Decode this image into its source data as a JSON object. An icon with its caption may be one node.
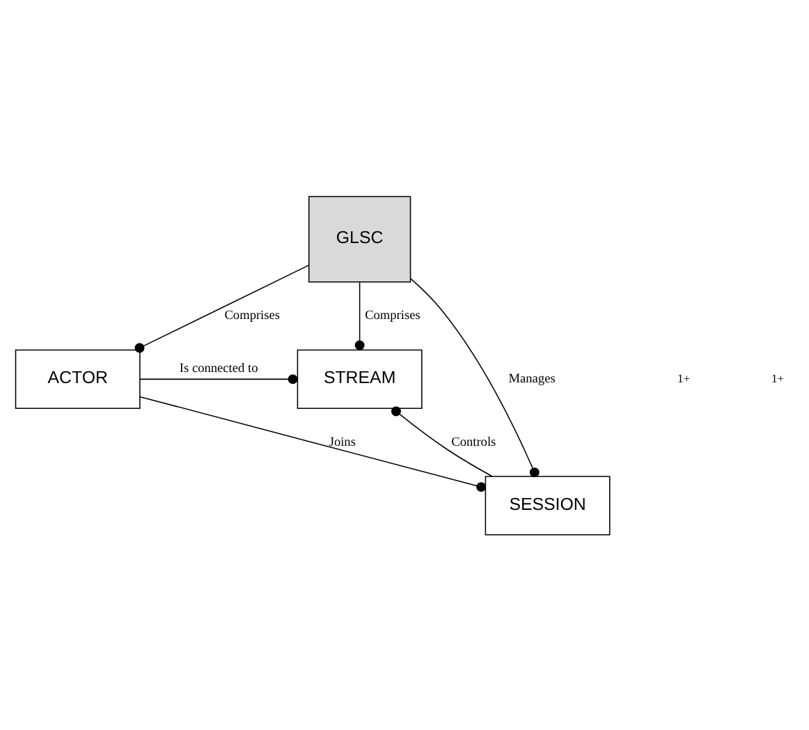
{
  "diagram": {
    "nodes": [
      {
        "text": [
          "GLSC"
        ]
      },
      {
        "text": [
          "ACTOR"
        ]
      },
      {
        "text": [
          "STREAM"
        ]
      },
      {
        "text": [
          "SESSION"
        ]
      }
    ],
    "edges": [
      {
        "from": 0,
        "to": 3,
        "arrow": "other",
        "label": "Manages"
      },
      {
        "from": 0,
        "to": 1,
        "arrow": "other",
        "label": "Comprises"
      },
      {
        "from": 0,
        "to": 2,
        "arrow": "other",
        "label": "Comprises"
      },
      {
        "from": 1,
        "to": 2,
        "arrow": "other",
        "label": "Is connected to"
      },
      {
        "from": 1,
        "to": 3,
        "arrow": "other",
        "label": "Joins"
      },
      {
        "from": 3,
        "to": 2,
        "arrow": "other",
        "label": "Controls"
      }
    ],
    "labels": [
      "1+",
      "1+"
    ]
  }
}
